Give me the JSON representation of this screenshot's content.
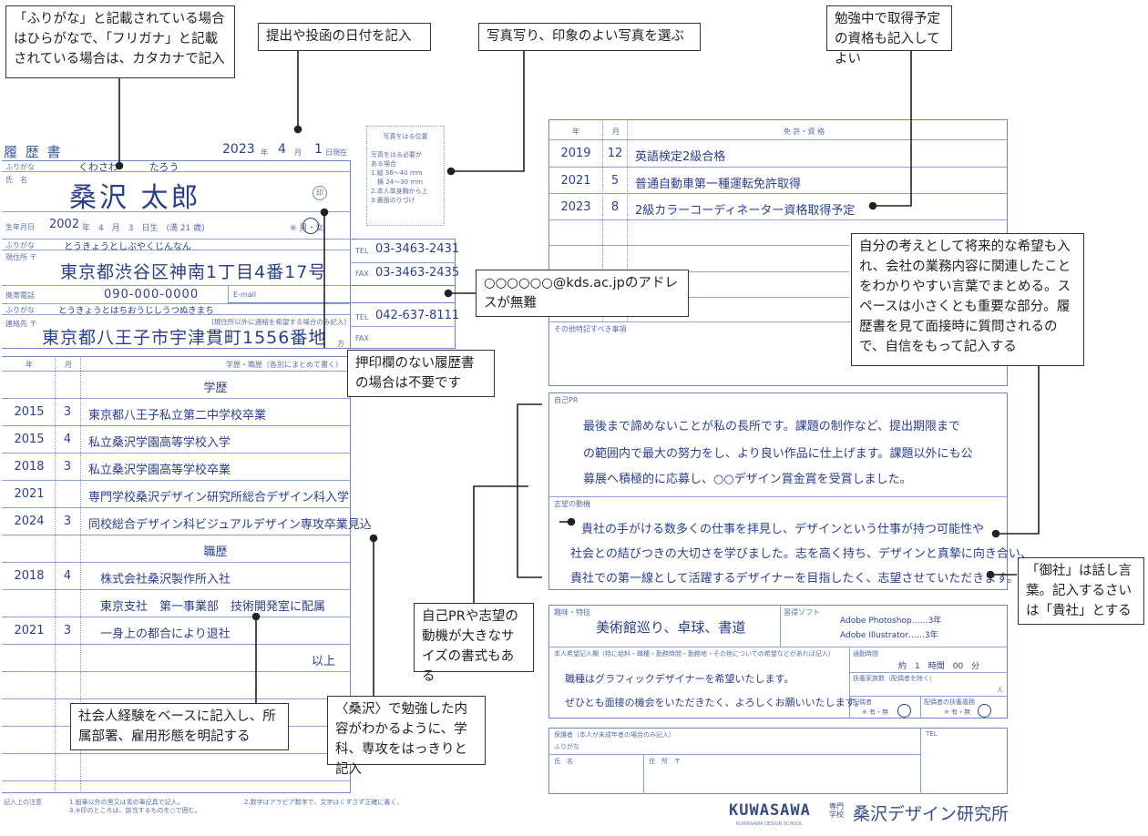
{
  "callouts": {
    "furigana": "「ふりがな」と記載されている場合はひらがなで、「フリガナ」と記載されている場合は、カタカナで記入",
    "date": "提出や投函の日付を記入",
    "photo": "写真写り、印象のよい写真を選ぶ",
    "qualify": "勉強中で取得予定の資格も記入してよい",
    "future": "自分の考えとして将来的な希望も入れ、会社の業務内容に関連したことをわかりやすい言葉でまとめる。スペースは小さくとも重要な部分。履歴書を見て面接時に質問されるので、自信をもって記入する",
    "email": "○○○○○○@kds.ac.jpのアドレスが無難",
    "seal": "押印欄のない履歴書の場合は不要です",
    "size": "自己PRや志望の動機が大きなサイズの書式もある",
    "onsha": "「御社」は話し言葉。記入するさいは「貴社」とする",
    "work": "社会人経験をベースに記入し、所属部署、雇用形態を明記する",
    "study": "〈桑沢〉で勉強した内容がわかるように、学科、専攻をはっきりと記入"
  },
  "left_form": {
    "title": "履 歴 書",
    "date_year": "2023",
    "date_nen": "年",
    "date_month": "4",
    "date_tsuki": "月",
    "date_day": "1",
    "date_suffix": "日現在",
    "furigana_label": "ふりがな",
    "name_label": "氏　名",
    "name_furigana_1": "くわさわ",
    "name_furigana_2": "たろう",
    "name": "桑沢 太郎",
    "seal_mark": "印",
    "birth_label": "生年月日",
    "birth_year": "2002",
    "birth_month": "4",
    "birth_day": "3",
    "birth_age": "21",
    "birth_text": "年　4　月　3　日生　(満 21 歳)",
    "sex_text": "※ 男・女",
    "address_furigana": "とうきょうとしぶやくじんなん",
    "address_label": "現住所 〒",
    "address": "東京都渋谷区神南1丁目4番17号",
    "tel_label": "TEL",
    "tel": "03-3463-2431",
    "fax_label": "FAX",
    "fax": "03-3463-2435",
    "mobile_label": "携帯電話",
    "mobile": "090-000-0000",
    "email_label": "E-mail",
    "contact_furigana": "とうきょうとはちおうじしうつぬきまち",
    "contact_label": "連絡先 〒",
    "contact_note": "(現住所以外に連絡を希望する場合のみ記入)",
    "contact": "東京都八王子市宇津貫町1556番地",
    "contact_kata": "方",
    "contact_tel": "042-637-8111",
    "history_head_year": "年",
    "history_head_month": "月",
    "history_head_item": "学歴・職歴（各別にまとめて書く）",
    "rows": [
      {
        "year": "",
        "month": "",
        "text": "学歴",
        "center": true
      },
      {
        "year": "2015",
        "month": "3",
        "text": "東京都八王子私立第二中学校卒業"
      },
      {
        "year": "2015",
        "month": "4",
        "text": "私立桑沢学園高等学校入学"
      },
      {
        "year": "2018",
        "month": "3",
        "text": "私立桑沢学園高等学校卒業"
      },
      {
        "year": "2021",
        "month": "",
        "text": "専門学校桑沢デザイン研究所総合デザイン科入学"
      },
      {
        "year": "2024",
        "month": "3",
        "text": "同校総合デザイン科ビジュアルデザイン専攻卒業見込"
      },
      {
        "year": "",
        "month": "",
        "text": "職歴",
        "center": true
      },
      {
        "year": "2018",
        "month": "4",
        "text": "　株式会社桑沢製作所入社"
      },
      {
        "year": "",
        "month": "",
        "text": "　東京支社　第一事業部　技術開発室に配属"
      },
      {
        "year": "2021",
        "month": "3",
        "text": "　一身上の都合により退社"
      },
      {
        "year": "",
        "month": "",
        "text": "以上",
        "right": true
      }
    ],
    "footnote_label": "記入上の注意",
    "footnote_1": "1.鉛筆以外の黒又は青の筆記具で記入。",
    "footnote_2": "2.数字はアラビア数字で、文字はくずさず正確に書く。",
    "footnote_3": "3.※印のところは、該当するものを○で囲む。"
  },
  "photo_box": {
    "title": "写真をはる位置",
    "lines": [
      "写真をはる必要が",
      "ある場合",
      "1.縦 36～40 mm",
      "　横 24～30 mm",
      "2.本人単身胸から上",
      "3.裏面のりづけ"
    ]
  },
  "right_form": {
    "head_year": "年",
    "head_month": "月",
    "head_item": "免 許・資 格",
    "licenses": [
      {
        "year": "2019",
        "month": "12",
        "text": "英語検定2級合格"
      },
      {
        "year": "2021",
        "month": "5",
        "text": "普通自動車第一種運転免許取得"
      },
      {
        "year": "2023",
        "month": "8",
        "text": "2級カラーコーディネーター資格取得予定"
      }
    ],
    "other_label": "その他特記すべき事項",
    "pr_label": "自己PR",
    "pr_lines": [
      "最後まで諦めないことが私の長所です。課題の制作など、提出期限まで",
      "の範囲内で最大の努力をし、より良い作品に仕上げます。課題以外にも公",
      "募展へ積極的に応募し、○○デザイン賞金賞を受賞しました。"
    ],
    "motive_label": "志望の動機",
    "motive_lines": [
      "貴社の手がける数多くの仕事を拝見し、デザインという仕事が持つ可能性や",
      "社会との結びつきの大切さを学びました。志を高く持ち、デザインと真摯に向き合い、",
      "貴社での第一線として活躍するデザイナーを目指したく、志望させていただきます。"
    ],
    "hobby_label": "趣味・特技",
    "hobby": "美術館巡り、卓球、書道",
    "soft_label": "習得ソフト",
    "soft_1": "Adobe Photoshop……3年",
    "soft_2": "Adobe Illustrator……3年",
    "wish_label": "本人希望記入欄（特に給料・職種・勤務時間・勤務地・その他についての希望などがあれば記入）",
    "wish_1": "職種はグラフィックデザイナーを希望いたします。",
    "wish_2": "ぜひとも面接の機会をいただきたく、よろしくお願いいたします。",
    "commute_label": "通勤時間",
    "commute": "約　1　時間　00　分",
    "family_label": "扶養家族数（配偶者を除く）",
    "family_unit": "人",
    "spouse_label": "配偶者",
    "spouse_value": "※ 有・無",
    "spouse_duty_label": "配偶者の扶養義務",
    "spouse_duty_value": "※ 有・無",
    "guardian_label": "保護者（本人が未成年者の場合のみ記入）",
    "guardian_furigana": "ふりがな",
    "guardian_name": "氏　名",
    "guardian_address": "住　所　〒",
    "guardian_tel": "TEL"
  },
  "logo": {
    "mark": "KUWASAWA",
    "sub": "KUWASAWA DESIGN SCHOOL",
    "kind": "専門学校",
    "name": "桑沢デザイン研究所"
  }
}
